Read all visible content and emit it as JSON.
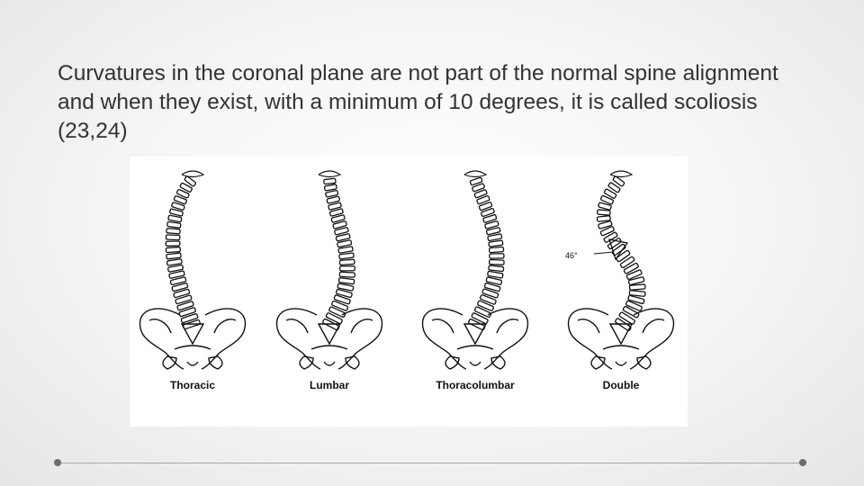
{
  "slide": {
    "body_text": "Curvatures in the coronal plane are not part of the normal spine alignment and when they exist, with a minimum of 10 degrees, it is called scoliosis (23,24)"
  },
  "figure": {
    "panels": [
      {
        "label": "Thoracic",
        "type": "thoracic"
      },
      {
        "label": "Lumbar",
        "type": "lumbar"
      },
      {
        "label": "Thoracolumbar",
        "type": "thoracolumbar"
      },
      {
        "label": "Double",
        "type": "double",
        "annotation": "46°"
      }
    ]
  },
  "colors": {
    "text": "#333333",
    "line": "#a9a9a9",
    "ink": "#111111"
  }
}
